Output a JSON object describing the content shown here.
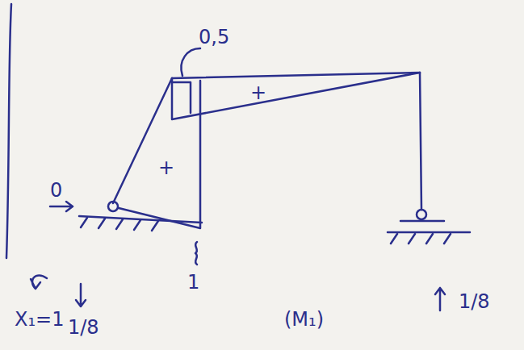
{
  "diagram": {
    "labels": [
      "0,5",
      "+",
      "+",
      "0",
      "1",
      "X₁=1",
      "1/8",
      "1/8",
      "(M₁)"
    ]
  }
}
